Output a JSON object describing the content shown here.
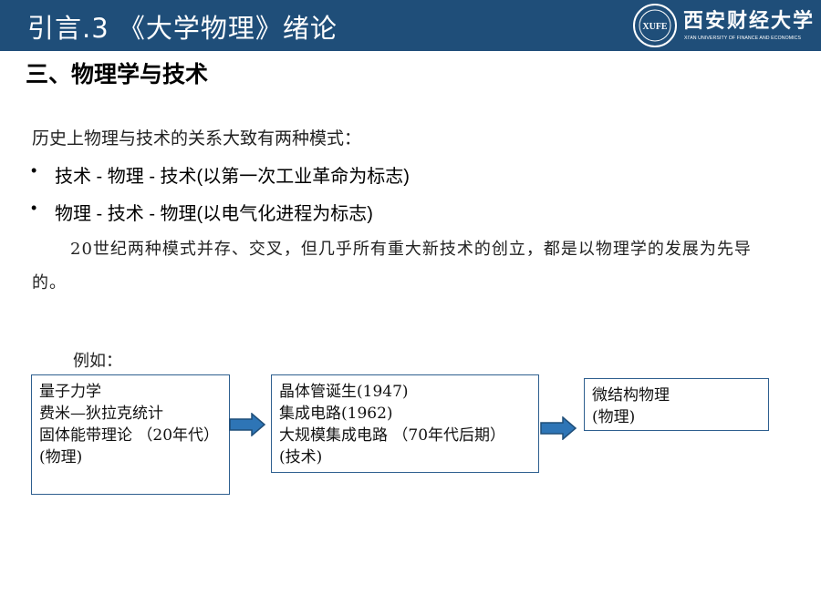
{
  "header": {
    "title": "引言.3 《大学物理》绪论",
    "logo": {
      "seal_text": "XUFE",
      "name": "西安财经大学",
      "subtitle": "XI'AN UNIVERSITY OF FINANCE AND ECONOMICS"
    }
  },
  "colors": {
    "header_bg": "#1f4e79",
    "box_border": "#2e5f8f",
    "arrow_fill": "#2e75b6"
  },
  "section_title": "三、物理学与技术",
  "intro": "历史上物理与技术的关系大致有两种模式：",
  "bullets": [
    "技术 - 物理 - 技术(以第一次工业革命为标志)",
    "物理 - 技术 - 物理(以电气化进程为标志)"
  ],
  "paragraph": "20世纪两种模式并存、交叉，但几乎所有重大新技术的创立，都是以物理学的发展为先导的。",
  "example_label": "例如：",
  "flow": {
    "boxes": [
      {
        "lines": [
          "量子力学",
          "费米—狄拉克统计",
          "固体能带理论 （20年代）",
          "(物理)"
        ]
      },
      {
        "lines": [
          "晶体管诞生(1947)",
          "集成电路(1962)",
          "大规模集成电路 （70年代后期）",
          "(技术)"
        ]
      },
      {
        "lines": [
          "微结构物理",
          "(物理)"
        ]
      }
    ]
  }
}
